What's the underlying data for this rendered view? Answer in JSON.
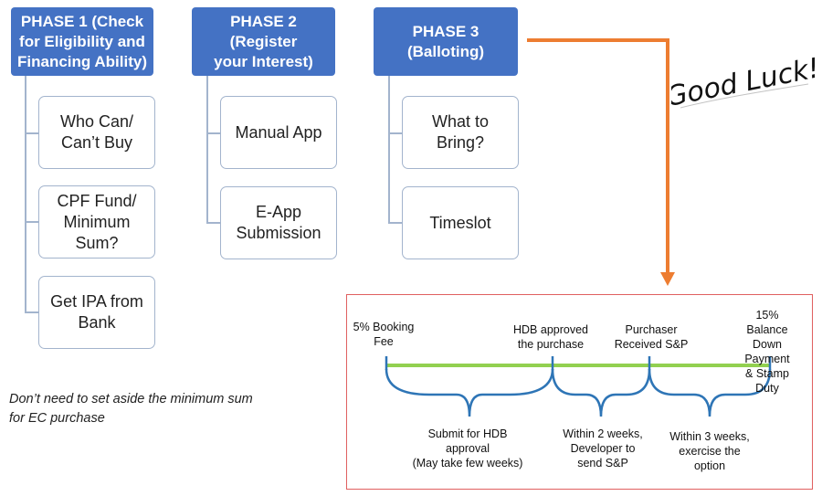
{
  "phases": [
    {
      "title": "PHASE 1 (Check\nfor Eligibility and\nFinancing Ability)",
      "items": [
        "Who Can/\nCan’t Buy",
        "CPF Fund/\nMinimum\nSum?",
        "Get IPA from\nBank"
      ]
    },
    {
      "title": "PHASE 2 (Register\nyour Interest)",
      "items": [
        "Manual App",
        "E-App\nSubmission"
      ]
    },
    {
      "title": "PHASE 3\n(Balloting)",
      "items": [
        "What to\nBring?",
        "Timeslot"
      ]
    }
  ],
  "note": "Don’t need to set aside the minimum sum\nfor EC purchase",
  "good_luck": "Good Luck!",
  "timeline": {
    "milestones": [
      "5% Booking\nFee",
      "HDB approved\nthe purchase",
      "Purchaser\nReceived S&P",
      "15% Balance\nDown Payment\n& Stamp Duty"
    ],
    "durations": [
      "Submit for HDB\napproval\n(May take few weeks)",
      "Within 2 weeks,\nDeveloper to\nsend S&P",
      "Within 3 weeks,\nexercise the\noption"
    ]
  },
  "colors": {
    "phase_fill": "#4472c4",
    "box_border": "#a3b4cd",
    "arrow": "#ed7d31",
    "timeline_line": "#92d050",
    "brace": "#2e75b6",
    "frame": "#e06060"
  }
}
